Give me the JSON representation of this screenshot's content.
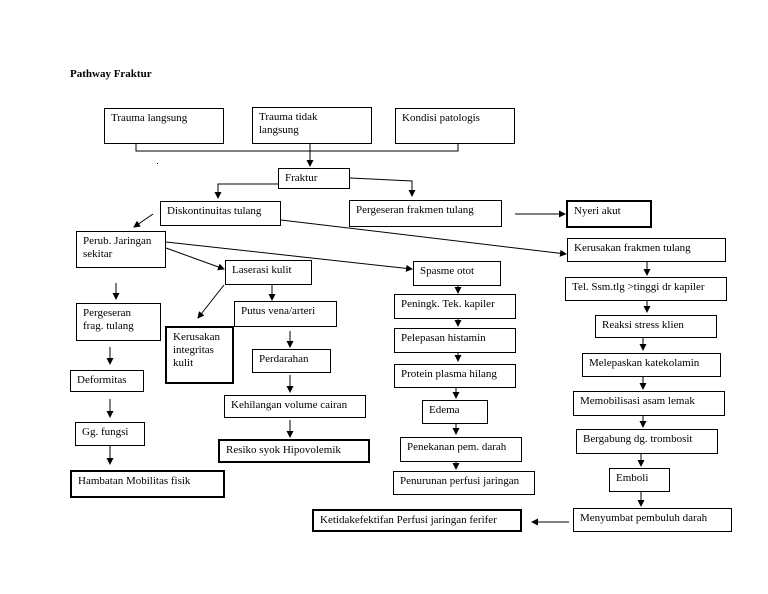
{
  "title": "Pathway Fraktur",
  "nodes": {
    "trauma_langsung": "Trauma langsung",
    "trauma_tidak_langsung_1": "Trauma tidak",
    "trauma_tidak_langsung_2": "langsung",
    "kondisi_patologis": "Kondisi patologis",
    "fraktur": "Fraktur",
    "diskontinuitas": "Diskontinuitas tulang",
    "pergeseran_frakmen": "Pergeseran frakmen tulang",
    "nyeri_akut": "Nyeri akut",
    "perub_jaringan_1": "Perub. Jaringan",
    "perub_jaringan_2": "sekitar",
    "kerusakan_frakmen": "Kerusakan frakmen tulang",
    "laserasi_kulit": "Laserasi kulit",
    "spasme_otot": "Spasme otot",
    "tel_ssm": "Tel. Ssm.tlg >tinggi dr kapiler",
    "pergeseran_frag_1": "Pergeseran",
    "pergeseran_frag_2": "frag. tulang",
    "kerusakan_integritas_1": "Kerusakan",
    "kerusakan_integritas_2": "integritas",
    "kerusakan_integritas_3": "kulit",
    "putus_vena": "Putus vena/arteri",
    "peningk_tek": "Peningk. Tek. kapiler",
    "reaksi_stress": "Reaksi stress klien",
    "deformitas": "Deformitas",
    "perdarahan": "Perdarahan",
    "pelepasan_histamin": "Pelepasan histamin",
    "melepaskan_katekolamin": "Melepaskan katekolamin",
    "kehilangan_volume": "Kehilangan volume cairan",
    "protein_plasma": "Protein plasma hilang",
    "memobilisasi_lemak": "Memobilisasi asam  lemak",
    "gg_fungsi": "Gg. fungsi",
    "edema": "Edema",
    "bergabung_trombosit": "Bergabung dg. trombosit",
    "resiko_syok": "Resiko syok Hipovolemik",
    "penekanan_darah": "Penekanan pem. darah",
    "hambatan_mobilitas": "Hambatan Mobilitas fisik",
    "penurunan_perfusi": "Penurunan perfusi jaringan",
    "emboli": "Emboli",
    "ketidakefektifan_perfusi": "Ketidakefektifan Perfusi jaringan  ferifer",
    "menyumbat_pembuluh": "Menyumbat pembuluh darah"
  }
}
